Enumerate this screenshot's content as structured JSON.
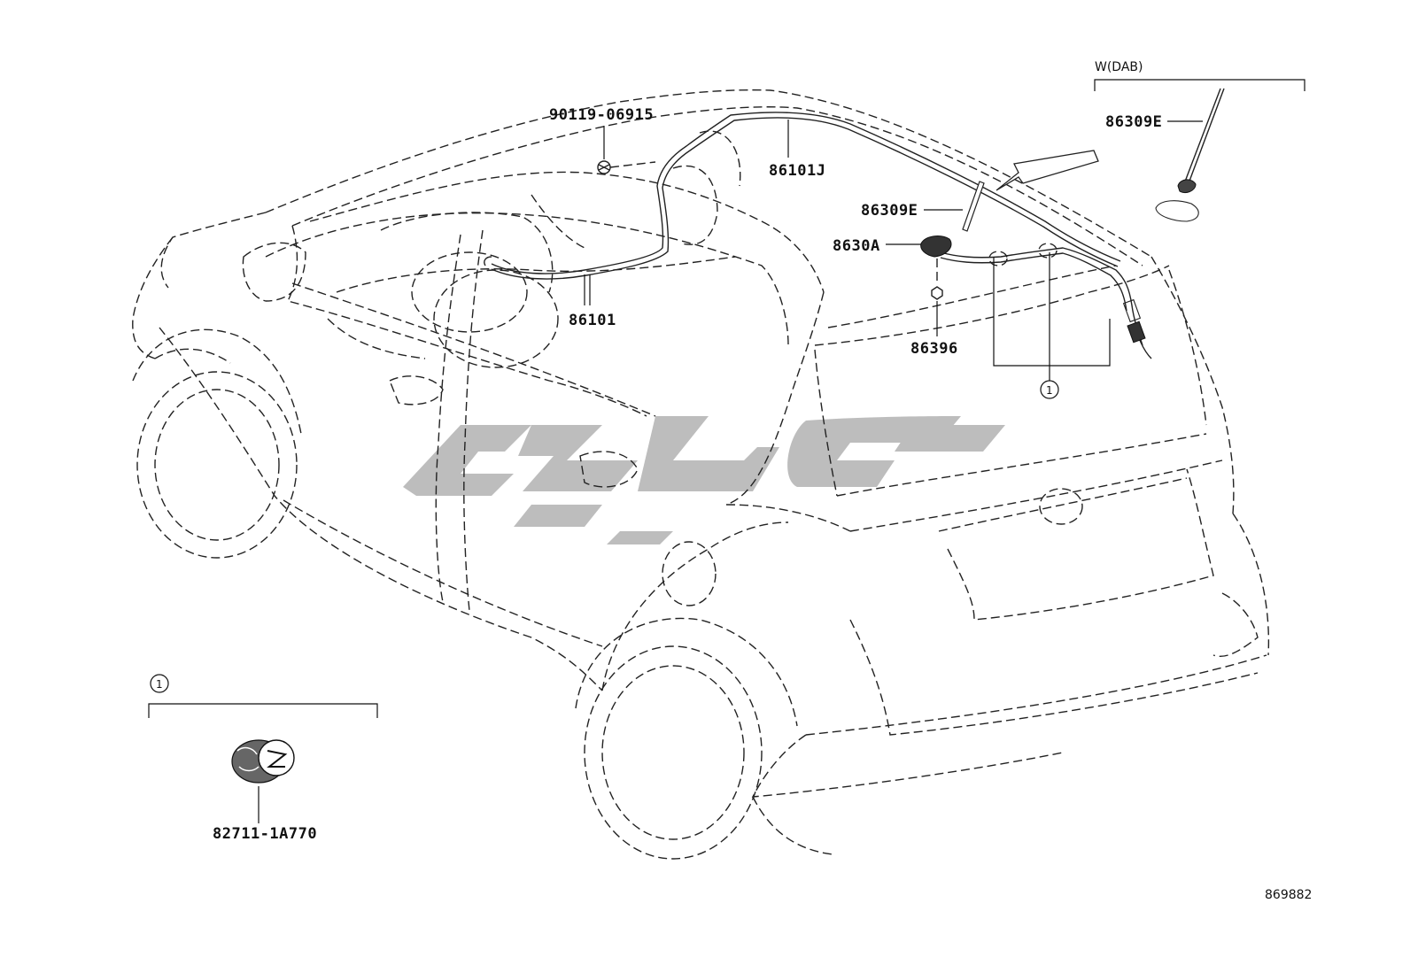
{
  "labels": {
    "bolt": "90119-06915",
    "roof_cable": "86101J",
    "front_cable": "86101",
    "antenna_pole": "86309E",
    "antenna_base": "8630A",
    "nut": "86396",
    "dab_pole": "86309E",
    "clamp": "82711-1A770",
    "variant": "W(DAB)",
    "callout_main": "1",
    "callout_inset": "1",
    "diagram_id": "869882"
  }
}
